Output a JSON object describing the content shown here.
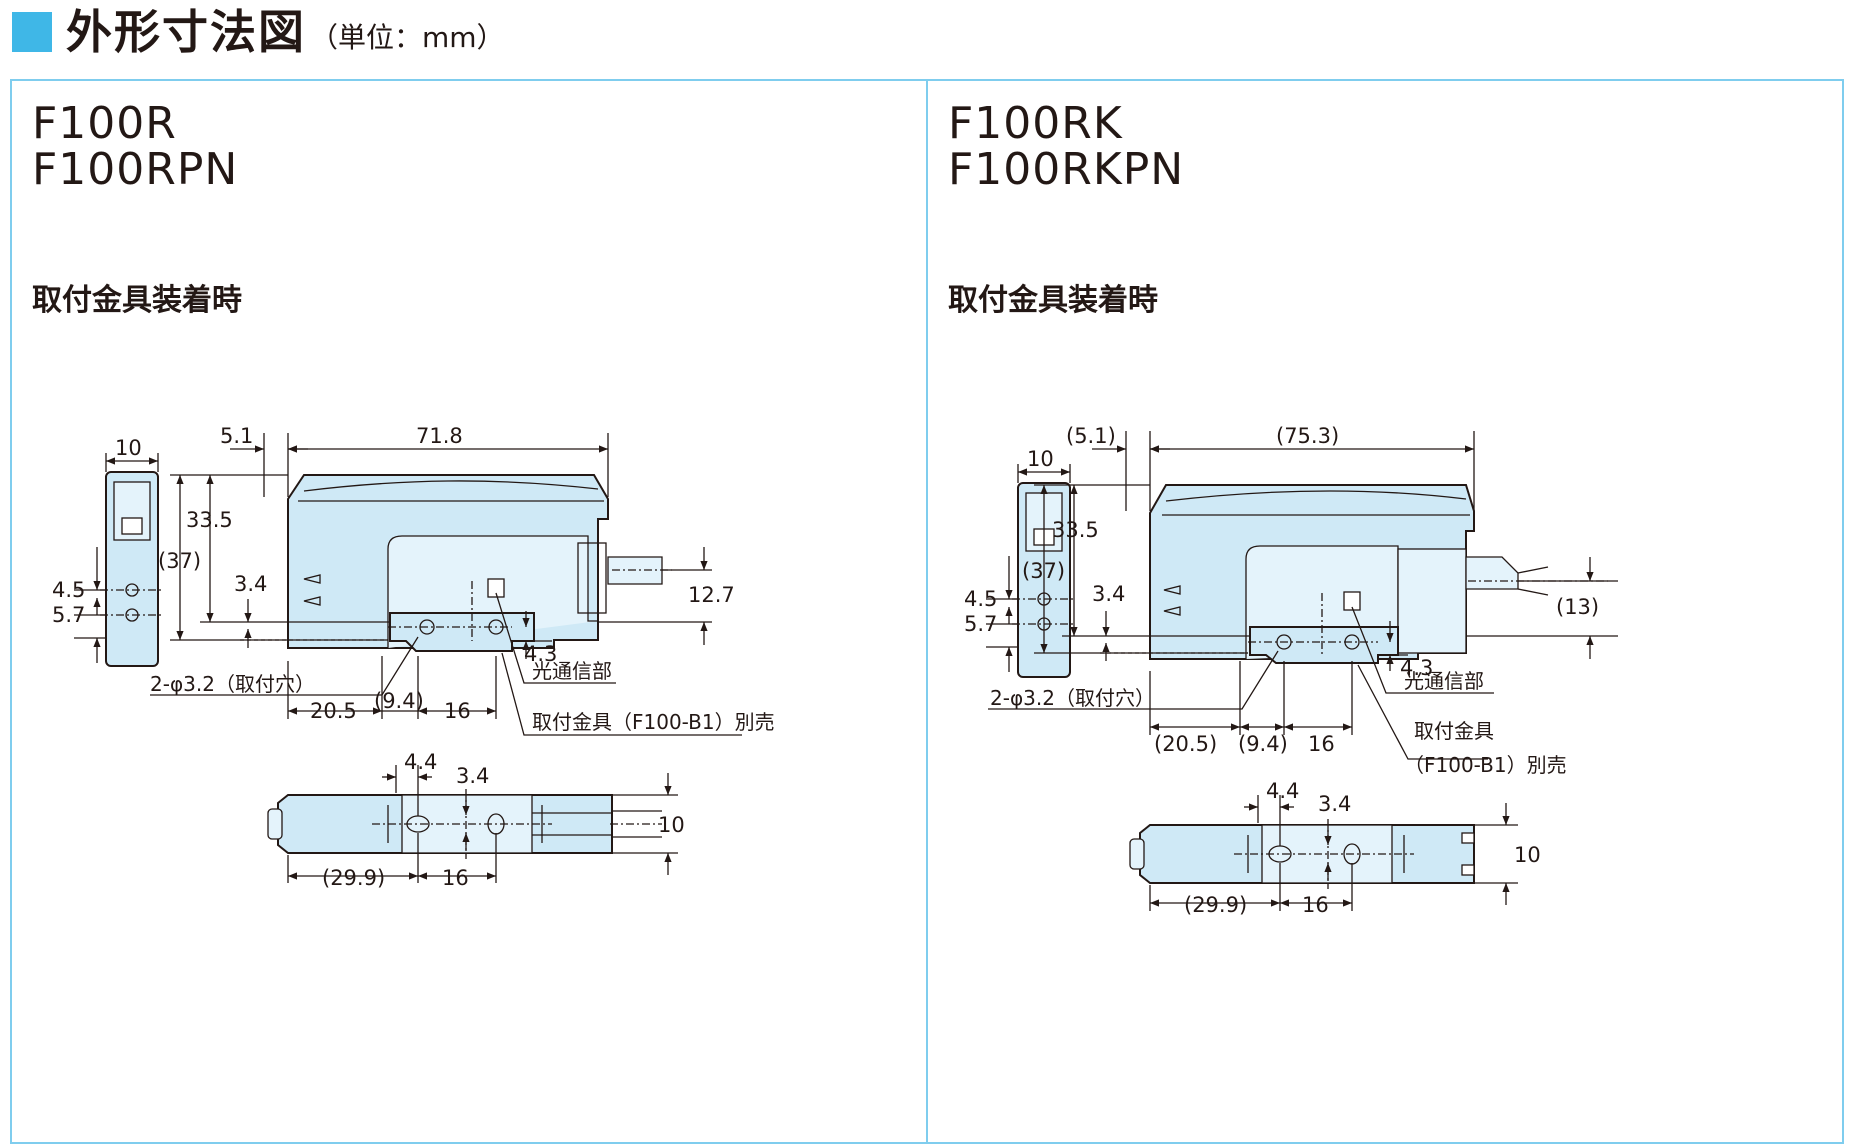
{
  "header": {
    "title": "外形寸法図",
    "unit": "（単位：mm）"
  },
  "colors": {
    "accent": "#3fb7e7",
    "body_fill": "#cfe9f6",
    "border": "#7fcdee",
    "line": "#231815"
  },
  "left": {
    "models": [
      "F100R",
      "F100RPN"
    ],
    "subtitle": "取付金具装着時",
    "dims": {
      "side_w": "10",
      "side_a": "4.5",
      "side_b": "5.7",
      "top_off": "5.1",
      "length": "71.8",
      "h1": "33.5",
      "h2": "(37)",
      "hole_off": "3.4",
      "cable_h": "12.7",
      "comm_off": "4.3",
      "b1": "20.5",
      "b2": "(9.4)",
      "b3": "16",
      "bot_a": "4.4",
      "bot_b": "3.4",
      "bot_w": "10",
      "bot_c": "(29.9)",
      "bot_d": "16"
    },
    "notes": {
      "holes": "2-φ3.2（取付穴）",
      "comm": "光通信部",
      "bracket": "取付金具（F100-B1）別売"
    }
  },
  "right": {
    "models": [
      "F100RK",
      "F100RKPN"
    ],
    "subtitle": "取付金具装着時",
    "dims": {
      "side_w": "10",
      "side_a": "4.5",
      "side_b": "5.7",
      "top_off": "(5.1)",
      "length": "(75.3)",
      "h1": "33.5",
      "h2": "(37)",
      "hole_off": "3.4",
      "cable_h": "(13)",
      "comm_off": "4.3",
      "b1": "(20.5)",
      "b2": "(9.4)",
      "b3": "16",
      "bot_a": "4.4",
      "bot_b": "3.4",
      "bot_w": "10",
      "bot_c": "(29.9)",
      "bot_d": "16"
    },
    "notes": {
      "holes": "2-φ3.2（取付穴）",
      "comm": "光通信部",
      "bracket1": "取付金具",
      "bracket2": "（F100-B1）別売"
    }
  }
}
